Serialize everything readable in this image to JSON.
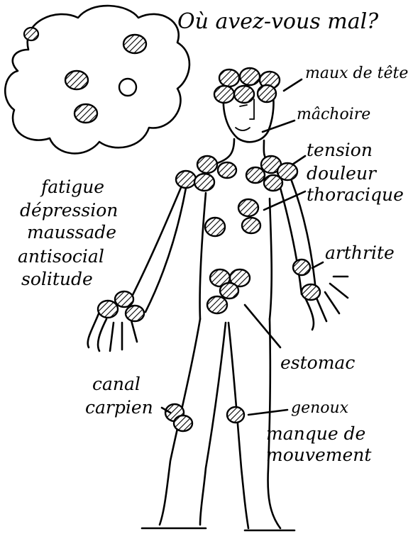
{
  "title": "Où avez-vous mal?",
  "labels": {
    "headache": "maux de tête",
    "jaw": "mâchoire",
    "tension": "tension",
    "chest_line1": "douleur",
    "chest_line2": "thoracique",
    "arthritis": "arthrite",
    "stomach": "estomac",
    "carpal_line1": "canal",
    "carpal_line2": "carpien",
    "knees": "genoux",
    "movement_line1": "manque de",
    "movement_line2": "mouvement"
  },
  "mood_list": [
    "fatigue",
    "dépression",
    "maussade",
    "antisocial",
    "solitude"
  ],
  "colors": {
    "ink": "#000000",
    "background": "#ffffff"
  }
}
